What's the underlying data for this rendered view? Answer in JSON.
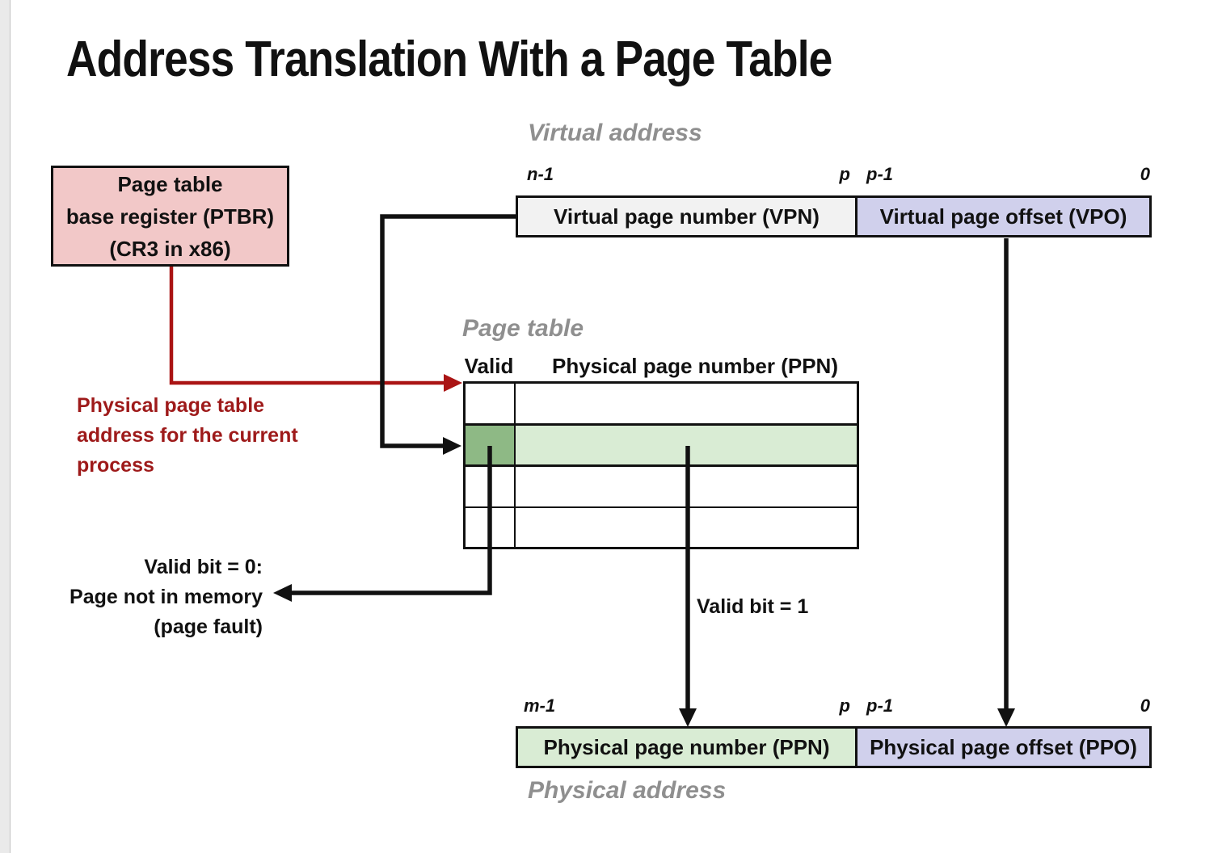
{
  "title": "Address Translation With a Page Table",
  "colors": {
    "accent_red": "#9e1a1a",
    "red_line": "#aa1414",
    "pink_fill": "#f2c8c8",
    "lavender_fill": "#d0d0ec",
    "light_green_fill": "#d9ecd4",
    "dark_green_fill": "#8eb985",
    "vpn_gray_fill": "#f2f2f2",
    "gray_label": "#8f8f8f",
    "line_black": "#111111"
  },
  "ptbr_box": {
    "line1": "Page table",
    "line2": "base register (PTBR)",
    "line3": "(CR3 in x86)"
  },
  "virtual_address": {
    "section_label": "Virtual address",
    "bit_left": "n-1",
    "bit_mid_left": "p",
    "bit_mid_right": "p-1",
    "bit_right": "0",
    "vpn_label": "Virtual page number (VPN)",
    "vpo_label": "Virtual page offset (VPO)"
  },
  "page_table": {
    "section_label": "Page table",
    "valid_header": "Valid",
    "ppn_header": "Physical page number (PPN)",
    "row_count": 4,
    "highlighted_row_index": 1
  },
  "notes": {
    "ptbr_note_line1": "Physical page table",
    "ptbr_note_line2": "address for the current",
    "ptbr_note_line3": "process",
    "valid0_line1": "Valid bit = 0:",
    "valid0_line2": "Page not in memory",
    "valid0_line3": "(page fault)",
    "valid1": "Valid bit = 1"
  },
  "physical_address": {
    "section_label": "Physical address",
    "bit_left": "m-1",
    "bit_mid_left": "p",
    "bit_mid_right": "p-1",
    "bit_right": "0",
    "ppn_label": "Physical page number (PPN)",
    "ppo_label": "Physical page offset (PPO)"
  }
}
